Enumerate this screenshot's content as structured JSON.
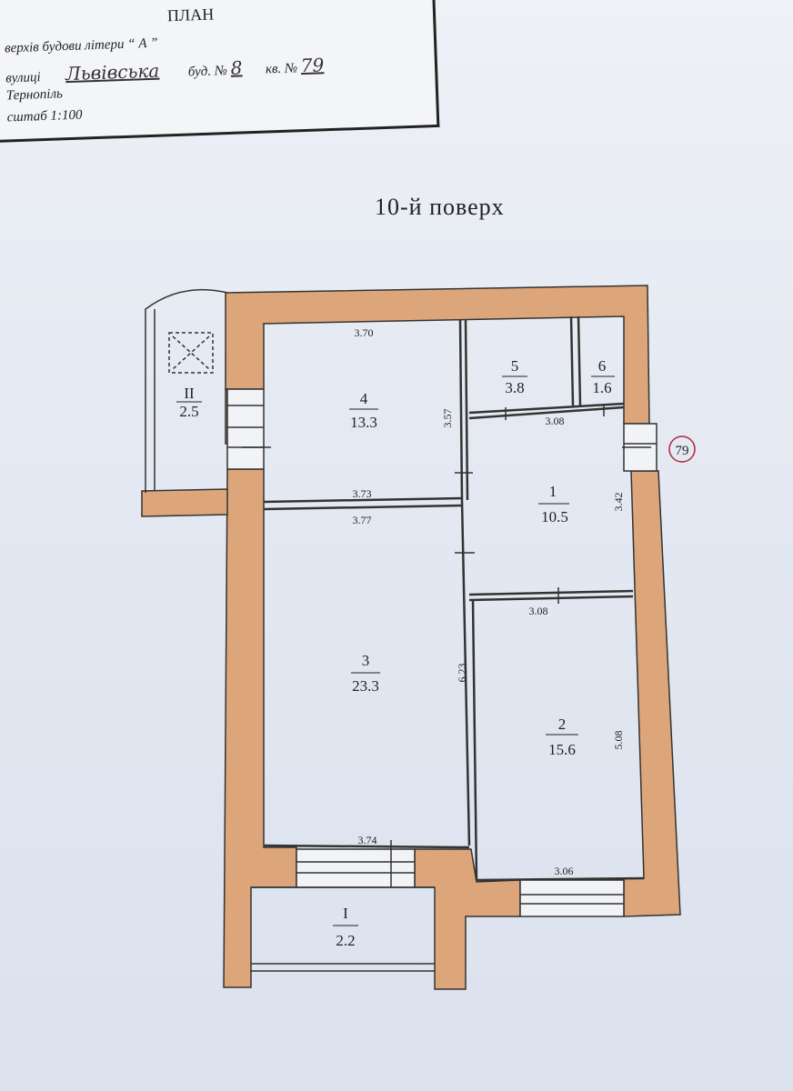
{
  "title_block": {
    "header": "ПЛАН",
    "line1": "верхів будови літери “ А ”",
    "street_prefix": "вулиці",
    "street_value": "Львівська",
    "building_prefix": "буд. №",
    "building_value": "8",
    "apartment_prefix": "кв. №",
    "apartment_value": "79",
    "city": "Тернопіль",
    "scale": "сштаб 1:100"
  },
  "floor_title": "10-й поверх",
  "apartment_marker": "79",
  "rooms": [
    {
      "id": "II",
      "area": "2.5"
    },
    {
      "id": "4",
      "area": "13.3"
    },
    {
      "id": "5",
      "area": "3.8"
    },
    {
      "id": "6",
      "area": "1.6"
    },
    {
      "id": "1",
      "area": "10.5"
    },
    {
      "id": "3",
      "area": "23.3"
    },
    {
      "id": "2",
      "area": "15.6"
    },
    {
      "id": "I",
      "area": "2.2"
    }
  ],
  "dimensions": {
    "room4_top": "3.70",
    "room4_side": "3.57",
    "room4_bottom": "3.73",
    "room3_top": "3.77",
    "room3_side": "6.23",
    "room3_bottom": "3.74",
    "room1_top": "3.08",
    "room1_side": "3.42",
    "room2_top": "3.08",
    "room2_side": "5.08",
    "room2_bottom": "3.06"
  },
  "colors": {
    "wall": "#dca67a",
    "line": "#333333"
  }
}
